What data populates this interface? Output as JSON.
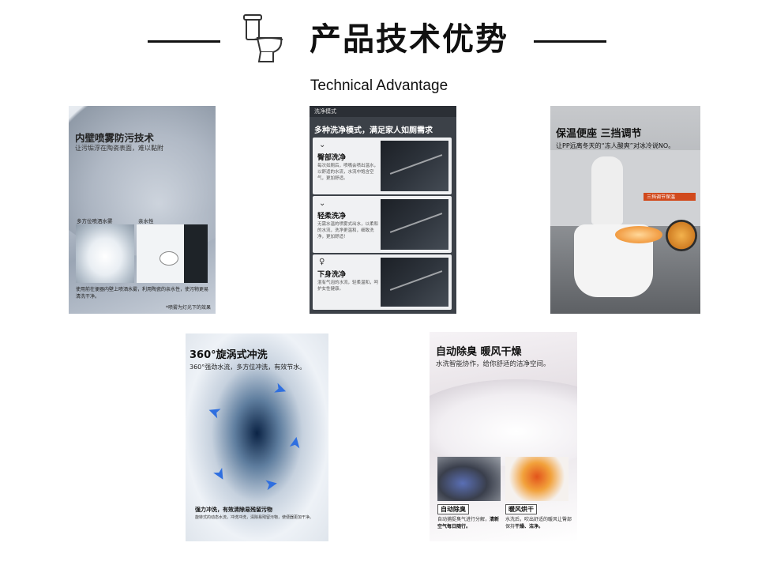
{
  "header": {
    "title": "产品技术优势",
    "subtitle": "Technical Advantage",
    "icon": "toilet-icon"
  },
  "panels": [
    {
      "heading": "内壁喷雾防污技术",
      "subheading": "让污垢浮在陶瓷表面，难以黏附",
      "label_left": "多方位喷洒水雾",
      "label_right": "亲水性",
      "body": "使用前在便器内壁上喷洒水雾，利用陶瓷的亲水性，使污物更易清洗干净。",
      "footnote": "*喷雾为灯光下的效果"
    },
    {
      "top_label": "洗净模式",
      "heading": "多种洗净模式，满足家人如厕需求",
      "modes": [
        {
          "name": "臀部洗净",
          "desc": "每次如厕后，喷嘴会喷出温水，以舒适的水流，水流中饱含空气，更加舒适。"
        },
        {
          "name": "轻柔洗净",
          "desc": "无需水温的喷雾式出水，以柔和的水流，洗净更温和，细致洗净，更加舒适！"
        },
        {
          "name": "下身洗净",
          "desc": "混有气泡的水流，轻柔温和，呵护女性健康。"
        }
      ]
    },
    {
      "heading": "保温便座 三挡调节",
      "subheading": "让PP远离冬天的“冻人酸爽”对冰冷说NO。",
      "badge": "三挡调节保温"
    },
    {
      "heading": "360°旋涡式冲洗",
      "subheading": "360°强劲水流，多方位冲洗，有效节水。",
      "body_title": "强力冲洗，有效清除易残留污物",
      "body": "旋转式的动态水流，冲洗冲洗，清除易残留污物，使便器更加干净。"
    },
    {
      "heading": "自动除臭 暖风干燥",
      "subheading": "水洗智能协作，给你舒适的洁净空间。",
      "features": [
        {
          "tag": "自动除臭",
          "desc": "自动捕捉臭气进行分解，",
          "bold": "清新空气每日随行。"
        },
        {
          "tag": "暖风烘干",
          "desc": "水洗后，吹出舒适的暖风让臀部保持",
          "bold": "干燥、洁净。"
        }
      ]
    }
  ]
}
